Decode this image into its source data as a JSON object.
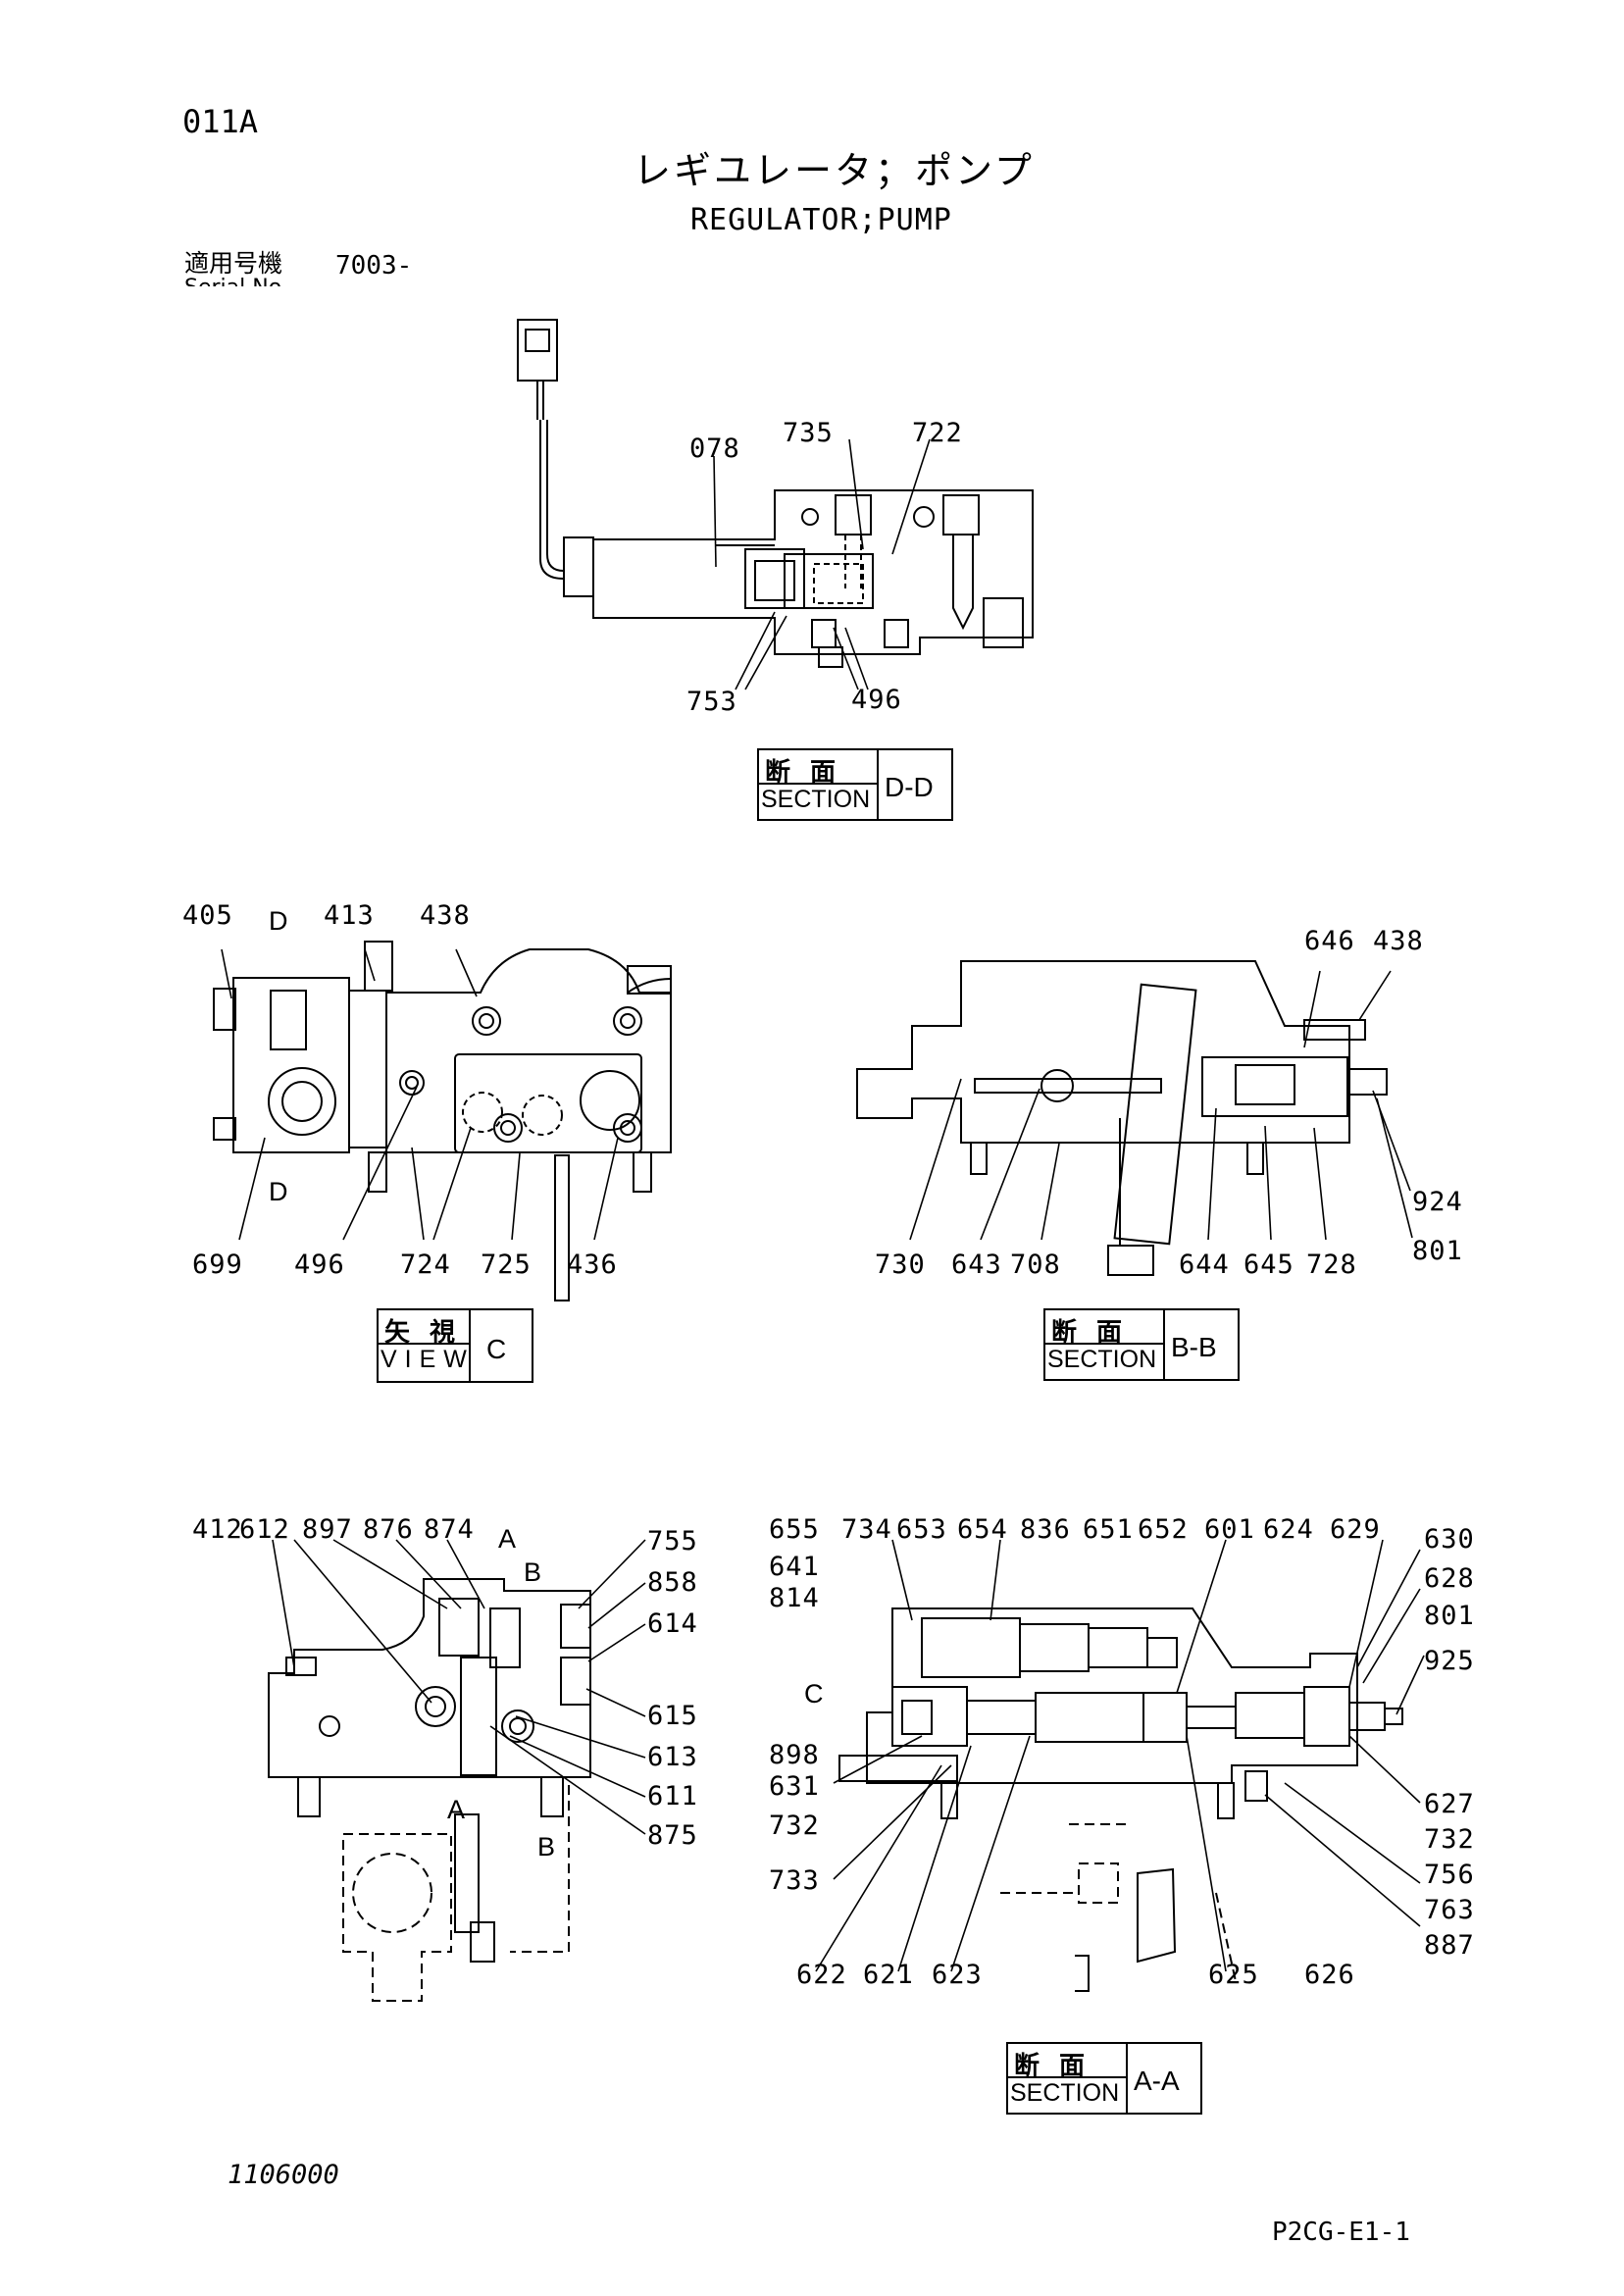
{
  "header": {
    "page_id": "011A",
    "title_jp": "レギユレータ；ポンプ",
    "title_en": "REGULATOR;PUMP",
    "serial_label": "適用号機",
    "serial_value": "7003-",
    "serial_label_en": "Serial No."
  },
  "footer": {
    "drawing_no": "1106000",
    "sheet_no": "P2CG-E1-1"
  },
  "section_dd": {
    "kanji": "断面",
    "word": "SECTION",
    "id": "D-D",
    "labels": [
      "078",
      "735",
      "722",
      "753",
      "496"
    ]
  },
  "view_c": {
    "kanji": "矢視",
    "word": "VIEW",
    "id": "C",
    "labels": [
      "405",
      "413",
      "438",
      "699",
      "496",
      "724",
      "725",
      "436"
    ],
    "arrow_top": "D",
    "arrow_bottom": "D"
  },
  "section_bb": {
    "kanji": "断面",
    "word": "SECTION",
    "id": "B-B",
    "labels": [
      "646",
      "438",
      "924",
      "801",
      "730",
      "643",
      "708",
      "644",
      "645",
      "728"
    ]
  },
  "left_bottom": {
    "labels": [
      "412",
      "612",
      "897",
      "876",
      "874",
      "755",
      "858",
      "614",
      "615",
      "613",
      "611",
      "875"
    ],
    "arrow_a_top": "A",
    "arrow_b_top": "B",
    "arrow_a_bottom": "A",
    "arrow_b_bottom": "B"
  },
  "section_aa": {
    "kanji": "断面",
    "word": "SECTION",
    "id": "A-A",
    "arrow_c": "C",
    "labels": [
      "655",
      "734",
      "653",
      "654",
      "836",
      "651",
      "652",
      "601",
      "624",
      "629",
      "630",
      "628",
      "801",
      "925",
      "641",
      "814",
      "898",
      "631",
      "732",
      "733",
      "627",
      "732",
      "756",
      "763",
      "887",
      "622",
      "621",
      "623",
      "625",
      "626"
    ]
  }
}
